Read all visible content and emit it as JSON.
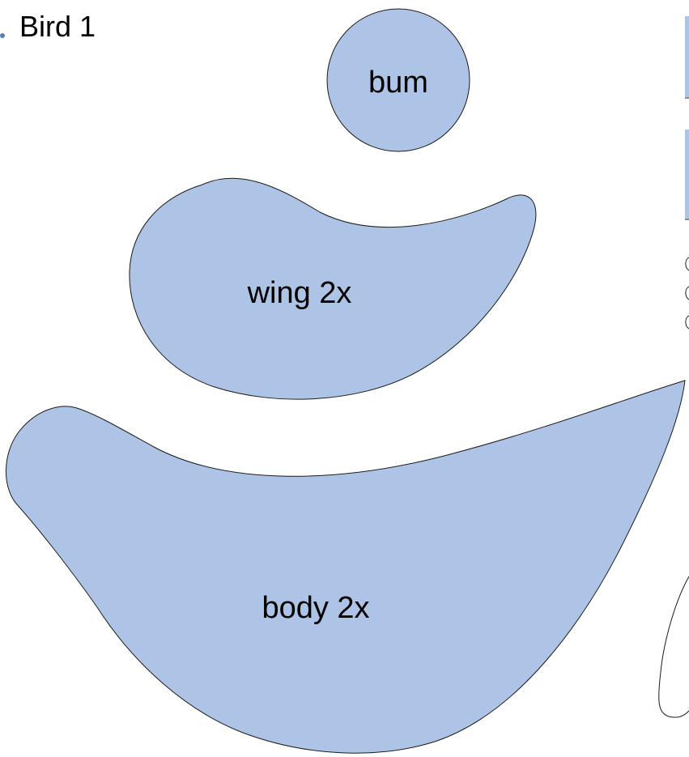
{
  "page": {
    "title": "Bird 1"
  },
  "colors": {
    "shape_fill": "#aec4e6",
    "stroke": "#1a1a1a",
    "bullet": "#4f81bd",
    "panel": "#aec4e6"
  },
  "pieces": {
    "bum": "bum",
    "wing": "wing 2x",
    "body": "body 2x"
  }
}
